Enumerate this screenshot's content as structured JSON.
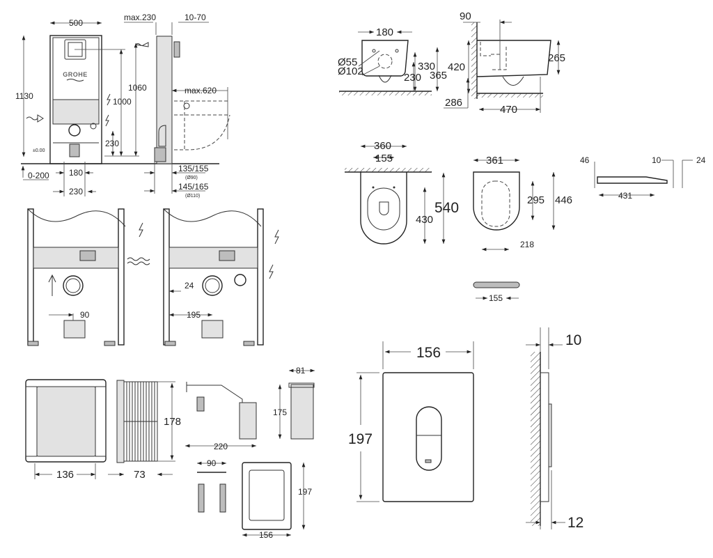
{
  "brand": "GROHE",
  "frame": {
    "width": "500",
    "max_depth": "max.230",
    "wall_range": "10-70",
    "height_total": "1130",
    "height_1060": "1060",
    "height_1000": "1000",
    "max_620": "max.620",
    "h230": "230",
    "zero_level": "±0.00",
    "floor_range": "0-200",
    "w180": "180",
    "w230": "230",
    "outlet_90": "135/155",
    "outlet_90_dia": "(Ø90)",
    "outlet_110": "145/165",
    "outlet_110_dia": "(Ø110)"
  },
  "install": {
    "d90": "90",
    "d24": "24",
    "d195": "195"
  },
  "bowl_rear": {
    "w180": "180",
    "dia55": "Ø55",
    "dia102": "Ø102",
    "h330": "330",
    "h230": "230",
    "h365": "365"
  },
  "bowl_side": {
    "d90": "90",
    "h420": "420",
    "h265": "265",
    "d286": "286",
    "l470": "470"
  },
  "bowl_top": {
    "w360": "360",
    "w155": "155",
    "l540": "540",
    "l430": "430"
  },
  "seat_top": {
    "w361": "361",
    "l446": "446",
    "l295": "295",
    "d218": "218"
  },
  "seat_side": {
    "h46": "46",
    "h10": "10",
    "h24": "24",
    "l431": "431"
  },
  "seat_hinge": {
    "w155": "155"
  },
  "parts": {
    "w136": "136",
    "d73": "73",
    "h178": "178",
    "l220": "220",
    "w81": "81",
    "h175": "175",
    "w90": "90",
    "w156": "156",
    "h197": "197"
  },
  "plate": {
    "w156": "156",
    "h197": "197",
    "d10": "10",
    "d12": "12"
  }
}
